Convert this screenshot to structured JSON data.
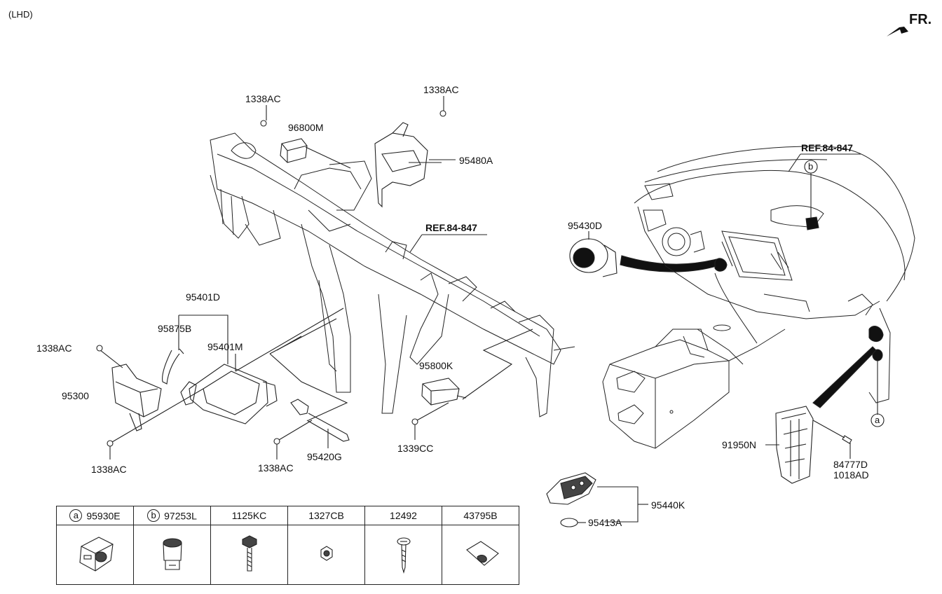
{
  "header": {
    "variant": "(LHD)",
    "front": "FR."
  },
  "parts": {
    "p1338ac_tl": "1338AC",
    "p96800m": "96800M",
    "p1338ac_tr": "1338AC",
    "p95480a": "95480A",
    "ref_center": "REF.84-847",
    "ref_right": "REF.84-847",
    "p95430d": "95430D",
    "p95401d": "95401D",
    "p95875b": "95875B",
    "p95401m": "95401M",
    "p1338ac_left": "1338AC",
    "p95300": "95300",
    "p1338ac_bl": "1338AC",
    "p95800k": "95800K",
    "p1339cc": "1339CC",
    "p1338ac_bm": "1338AC",
    "p95420g": "95420G",
    "p91950n": "91950N",
    "p84777d": "84777D",
    "p1018ad": "1018AD",
    "p95440k": "95440K",
    "p95413a": "95413A",
    "callout_a": "a",
    "callout_b": "b"
  },
  "legend": {
    "items": [
      {
        "marker": "a",
        "code": "95930E",
        "icon": "switch-icon"
      },
      {
        "marker": "b",
        "code": "97253L",
        "icon": "sensor-icon"
      },
      {
        "marker": "",
        "code": "1125KC",
        "icon": "bolt-icon"
      },
      {
        "marker": "",
        "code": "1327CB",
        "icon": "nut-icon"
      },
      {
        "marker": "",
        "code": "12492",
        "icon": "screw-icon"
      },
      {
        "marker": "",
        "code": "43795B",
        "icon": "pad-icon"
      }
    ]
  }
}
